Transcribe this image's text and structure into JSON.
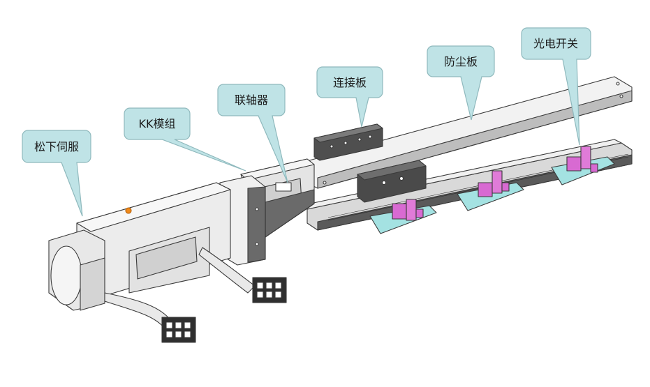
{
  "diagram": {
    "callouts": [
      {
        "id": "servo-motor",
        "label": "松下伺服"
      },
      {
        "id": "kk-module",
        "label": "KK模组"
      },
      {
        "id": "coupling",
        "label": "联轴器"
      },
      {
        "id": "connecting-plate",
        "label": "连接板"
      },
      {
        "id": "dust-cover",
        "label": "防尘板"
      },
      {
        "id": "photoelectric-switch",
        "label": "光电开关"
      }
    ],
    "colors": {
      "callout_fill": "#bfe3e6",
      "callout_stroke": "#8fb9bd",
      "part_outline": "#3a3a3a",
      "metal_light": "#e8e8e8",
      "metal_mid": "#cfcfcf",
      "metal_dark": "#4a4a4a",
      "sensor_body": "#d86ad2",
      "sensor_base": "#9fe0e0",
      "accent_orange": "#f08a1c"
    }
  }
}
